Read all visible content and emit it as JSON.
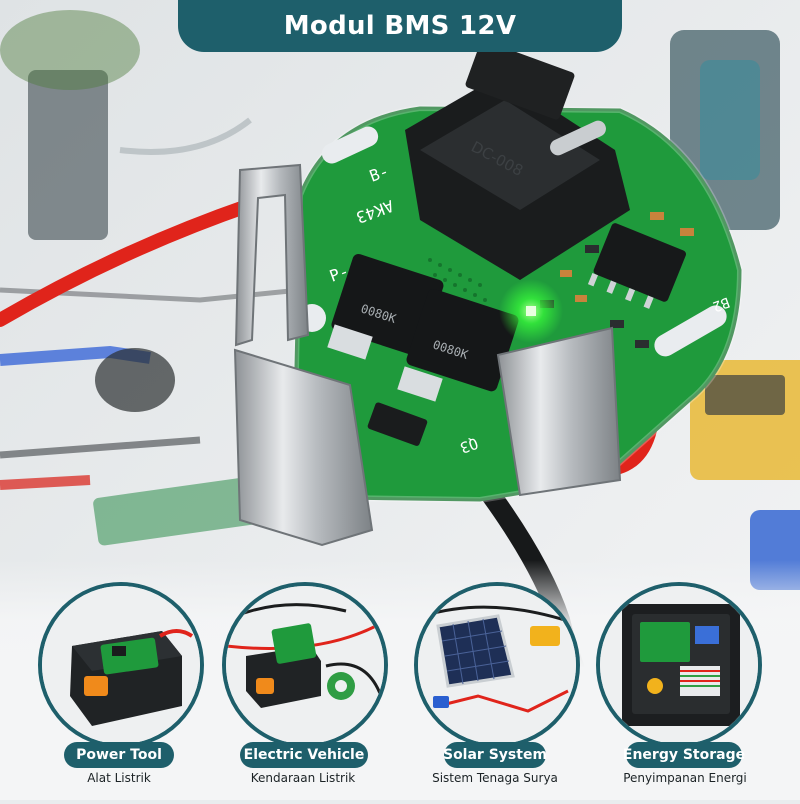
{
  "header": {
    "title": "Modul BMS 12V"
  },
  "board": {
    "component_labels": [
      "B-",
      "AK43",
      "P-",
      "B2",
      "DC-008",
      "Q3"
    ],
    "colors": {
      "pcb": "#1f9a3c",
      "banner": "#1e5f6b",
      "led": "#39ff3a",
      "wire_red": "#e0241b"
    }
  },
  "applications": [
    {
      "label": "Power Tool",
      "sublabel": "Alat Listrik",
      "icon": "battery-pack-icon"
    },
    {
      "label": "Electric Vehicle",
      "sublabel": "Kendaraan Listrik",
      "icon": "ev-battery-icon"
    },
    {
      "label": "Solar System",
      "sublabel": "Sistem Tenaga Surya",
      "icon": "solar-panel-icon"
    },
    {
      "label": "Energy Storage",
      "sublabel": "Penyimpanan Energi",
      "icon": "storage-box-icon"
    }
  ]
}
